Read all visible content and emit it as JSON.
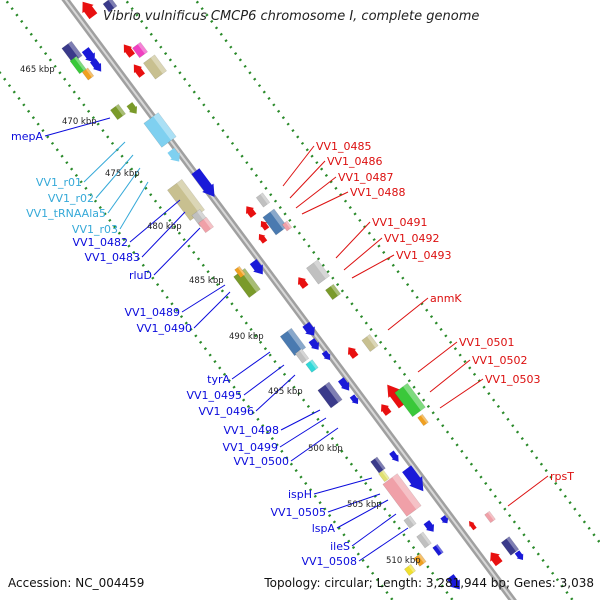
{
  "title": "Vibrio vulnificus CMCP6 chromosome I, complete genome",
  "footer": {
    "accession": "Accession: NC_004459",
    "summary": "Topology: circular; Length: 3,281,944 bp; Genes: 3,038"
  },
  "colors": {
    "forward_label": "#0a0adc",
    "reverse_label": "#dc1010",
    "rna_label": "#35a9d8",
    "backbone": "#a0a0a0",
    "track_dots": "#2a8a2a"
  },
  "kbp_ticks": [
    "465 kbp",
    "470 kbp",
    "475 kbp",
    "480 kbp",
    "485 kbp",
    "490 kbp",
    "495 kbp",
    "500 kbp",
    "505 kbp",
    "510 kbp"
  ],
  "forward_labels": [
    "mepA",
    "VV1_0482",
    "VV1_0483",
    "rluD",
    "VV1_0489",
    "VV1_0490",
    "tyrA",
    "VV1_0495",
    "VV1_0496",
    "VV1_0498",
    "VV1_0499",
    "VV1_0500",
    "ispH",
    "VV1_0505",
    "lspA",
    "ileS",
    "VV1_0508"
  ],
  "rna_labels": [
    "VV1_r01",
    "VV1_r02",
    "VV1_tRNAAla5",
    "VV1_r03"
  ],
  "reverse_labels": [
    "VV1_0485",
    "VV1_0486",
    "VV1_0487",
    "VV1_0488",
    "VV1_0491",
    "VV1_0492",
    "VV1_0493",
    "anmK",
    "VV1_0501",
    "VV1_0502",
    "VV1_0503",
    "rpsT"
  ]
}
